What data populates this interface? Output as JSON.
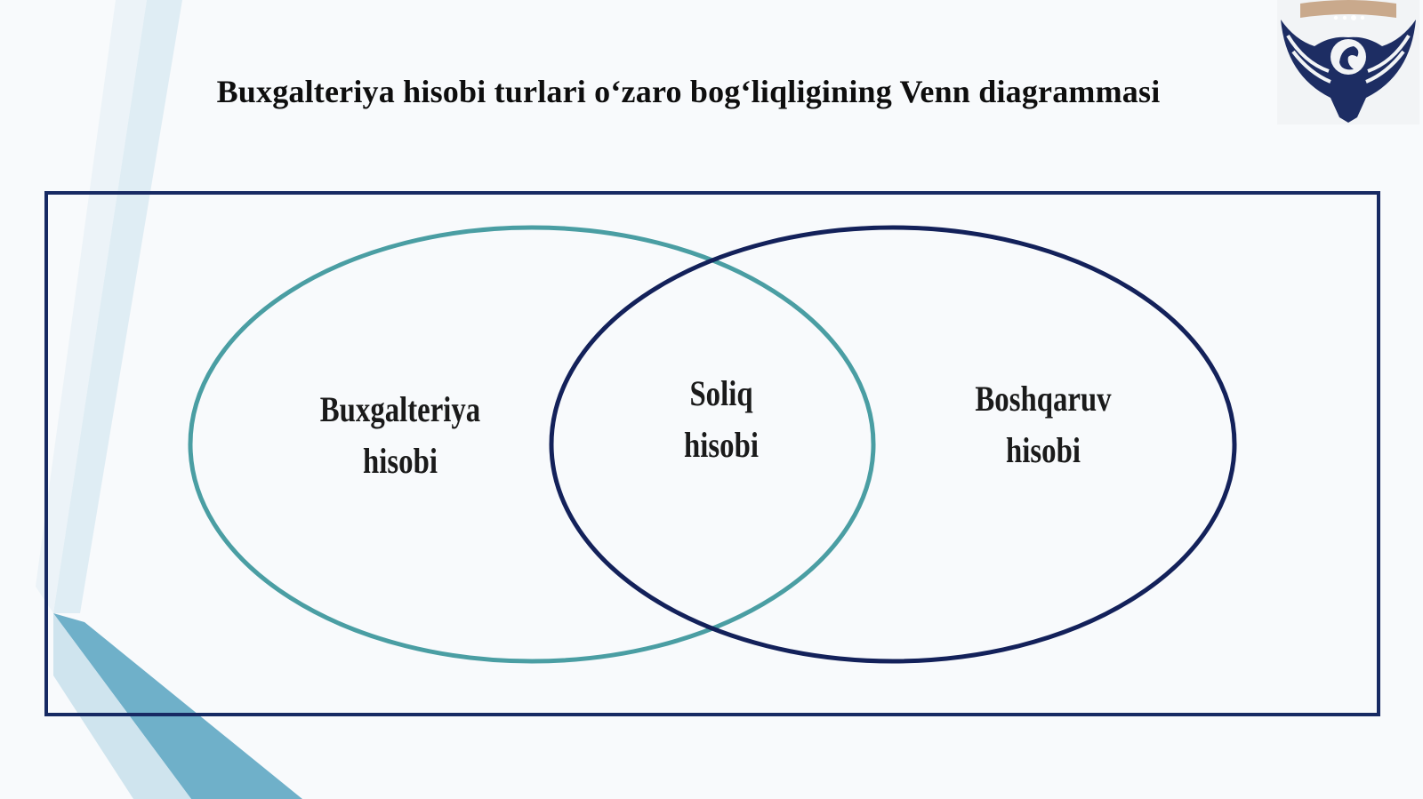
{
  "title": "Buxgalteriya hisobi turlari o‘zaro bog‘liqligining Venn diagrammasi",
  "colors": {
    "frame": "#172a63",
    "circle_left": "#4a9ea3",
    "circle_right": "#13215a",
    "accent_light": "#d3e6f0",
    "accent_mid": "#6fb0c9"
  },
  "logo": {
    "icon": "eagle-emblem-icon"
  },
  "venn": {
    "left": {
      "line1": "Buxgalteriya",
      "line2": "hisobi"
    },
    "center": {
      "line1": "Soliq",
      "line2": "hisobi"
    },
    "right": {
      "line1": "Boshqaruv",
      "line2": "hisobi"
    }
  }
}
